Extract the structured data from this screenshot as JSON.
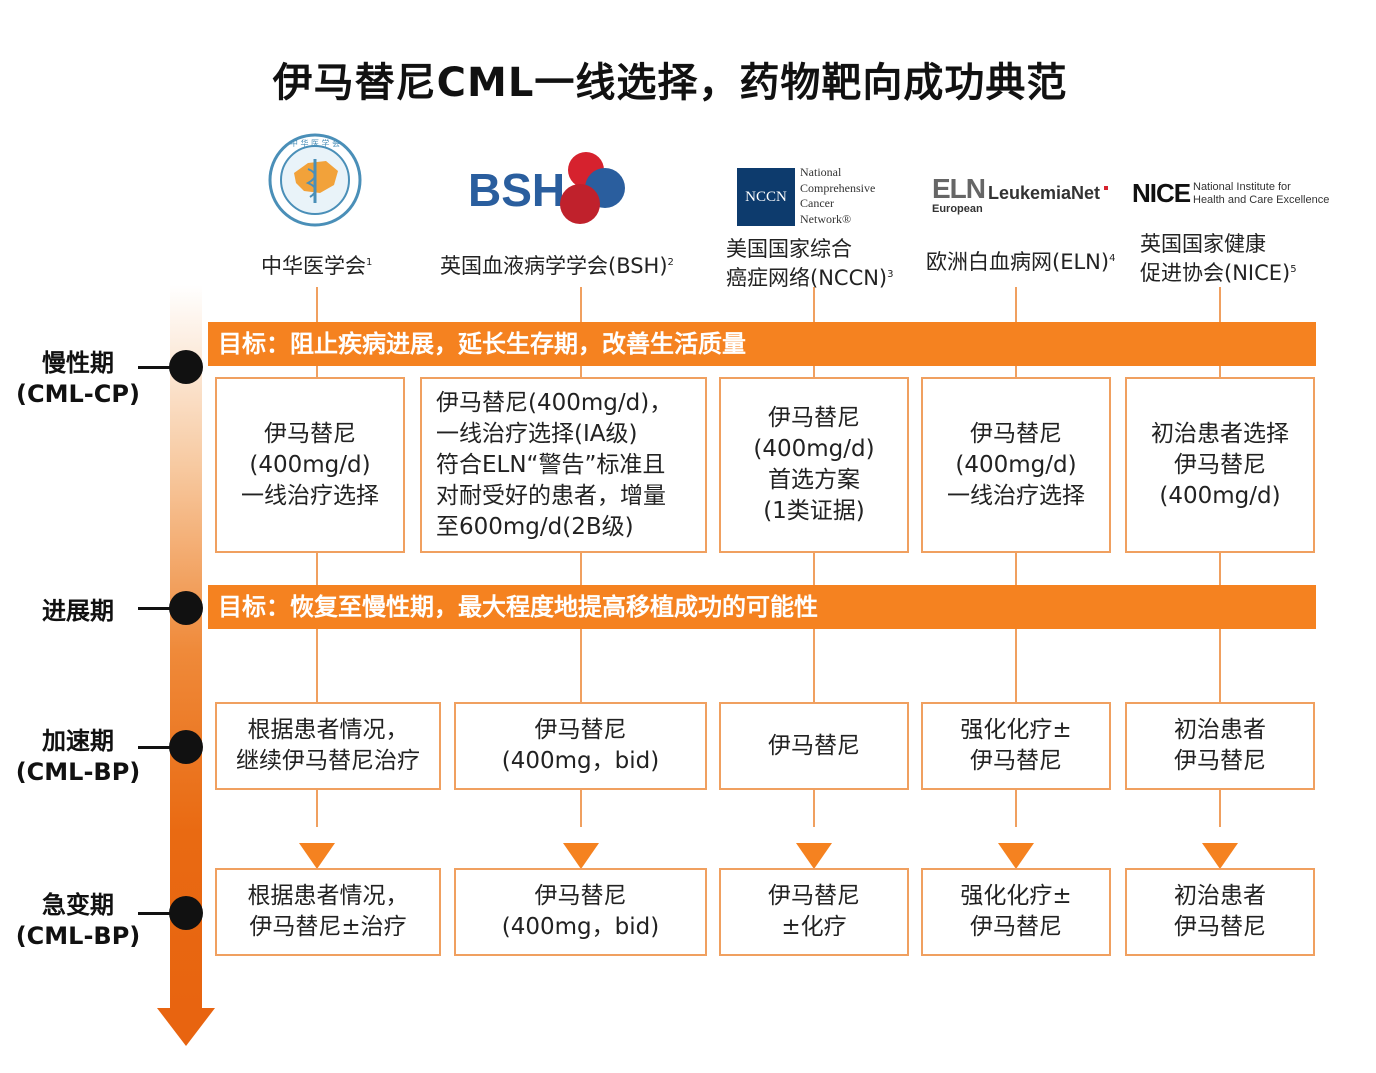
{
  "title": "伊马替尼CML一线选择，药物靶向成功典范",
  "phases": [
    {
      "label_line1": "慢性期",
      "label_line2": "(CML-CP)"
    },
    {
      "label_line1": "进展期",
      "label_line2": ""
    },
    {
      "label_line1": "加速期",
      "label_line2": "(CML-BP)"
    },
    {
      "label_line1": "急变期",
      "label_line2": "(CML-BP)"
    }
  ],
  "organizations": [
    {
      "logo": "chinese-medical-association-logo",
      "logo_text": "中 华 医 学 会",
      "name": "中华医学会",
      "ref": "1"
    },
    {
      "logo": "bsh-logo",
      "logo_text": "BSH",
      "name": "英国血液病学学会(BSH)",
      "ref": "2"
    },
    {
      "logo": "nccn-logo",
      "logo_text": "NCCN",
      "logo_subtext": [
        "National",
        "Comprehensive",
        "Cancer",
        "Network®"
      ],
      "name_line1": "美国国家综合",
      "name_line2": "癌症网络(NCCN)",
      "ref": "3"
    },
    {
      "logo": "eln-logo",
      "logo_text": "ELN",
      "logo_subtext": [
        "European"
      ],
      "logo_text2": "LeukemiaNet",
      "name": "欧洲白血病网(ELN)",
      "ref": "4"
    },
    {
      "logo": "nice-logo",
      "logo_text": "NICE",
      "logo_subtext": [
        "National Institute for",
        "Health and Care Excellence"
      ],
      "name_line1": "英国国家健康",
      "name_line2": "促进协会(NICE)",
      "ref": "5"
    }
  ],
  "goals": [
    "目标：阻止疾病进展，延长生存期，改善生活质量",
    "目标：恢复至慢性期，最大程度地提高移植成功的可能性"
  ],
  "chronic_boxes": [
    "伊马替尼\n(400mg/d)\n一线治疗选择",
    "伊马替尼(400mg/d)，\n一线治疗选择(IA级)\n符合ELN“警告”标准且\n对耐受好的患者，增量\n至600mg/d(2B级)",
    "伊马替尼\n(400mg/d)\n首选方案\n(1类证据)",
    "伊马替尼\n(400mg/d)\n一线治疗选择",
    "初治患者选择\n伊马替尼\n(400mg/d)"
  ],
  "accelerated_boxes": [
    "根据患者情况，\n继续伊马替尼治疗",
    "伊马替尼\n(400mg，bid)",
    "伊马替尼",
    "强化化疗±\n伊马替尼",
    "初治患者\n伊马替尼"
  ],
  "blast_boxes": [
    "根据患者情况，\n伊马替尼±治疗",
    "伊马替尼\n(400mg，bid)",
    "伊马替尼\n±化疗",
    "强化化疗±\n伊马替尼",
    "初治患者\n伊马替尼"
  ],
  "colors": {
    "accent": "#f58220",
    "box_border": "#f0a060",
    "dot": "#111111"
  }
}
